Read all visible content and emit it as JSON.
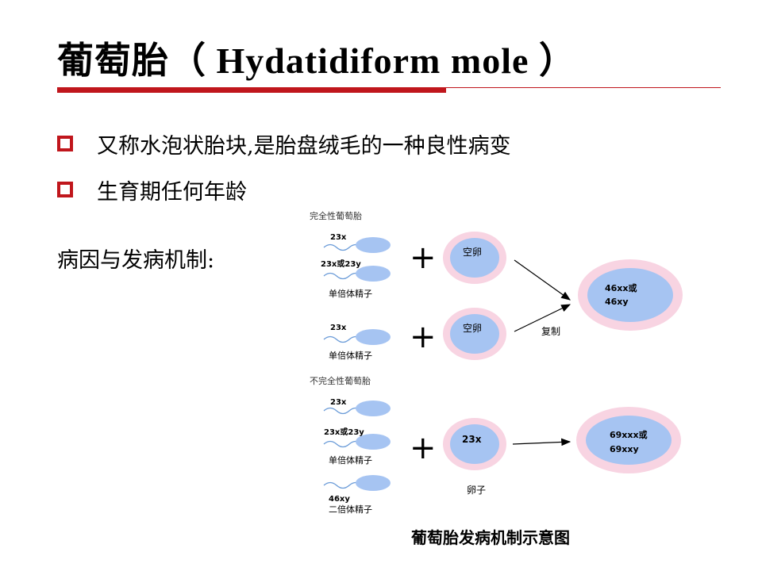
{
  "slide": {
    "title": "葡萄胎（ Hydatidiform mole ）",
    "bullets": [
      "又称水泡状胎块,是胎盘绒毛的一种良性病变",
      "生育期任何年龄"
    ],
    "cause_label": "病因与发病机制:",
    "colors": {
      "accent": "#c0161c",
      "cell_blue": "#a6c4f2",
      "ring_pink": "#f8d4e2"
    }
  },
  "diagram": {
    "complete_title": "完全性葡萄胎",
    "incomplete_title": "不完全性葡萄胎",
    "label_23x": "23x",
    "label_23x_or_23y": "23x或23y",
    "label_46xy": "46xy",
    "haploid_sperm": "单倍体精子",
    "diploid_sperm": "二倍体精子",
    "plus": "+",
    "empty_egg": "空卵",
    "egg_23x": "23x",
    "egg_label": "卵子",
    "duplicate": "复制",
    "result_complete_1": "46xx或",
    "result_complete_2": "46xy",
    "result_partial_1": "69xxx或",
    "result_partial_2": "69xxy",
    "caption": "葡萄胎发病机制示意图"
  }
}
